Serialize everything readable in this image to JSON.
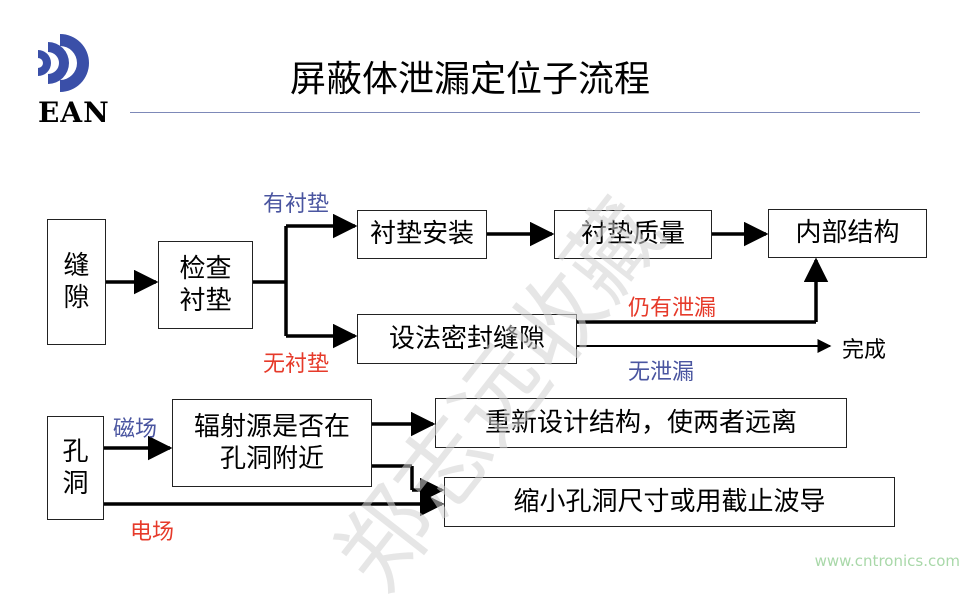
{
  "header": {
    "logo_text": "EAN",
    "title": "屏蔽体泄漏定位子流程"
  },
  "boxes": {
    "gap": "缝隙",
    "check_gasket": "检查衬垫",
    "gasket_install": "衬垫安装",
    "gasket_quality": "衬垫质量",
    "internal_structure": "内部结构",
    "seal_gap": "设法密封缝隙",
    "hole": "孔洞",
    "radiation_source": "辐射源是否在孔洞附近",
    "redesign": "重新设计结构，使两者远离",
    "shrink_hole": "缩小孔洞尺寸或用截止波导"
  },
  "labels": {
    "has_gasket": "有衬垫",
    "no_gasket": "无衬垫",
    "still_leaking": "仍有泄漏",
    "no_leak": "无泄漏",
    "done": "完成",
    "magnetic_field": "磁场",
    "electric_field": "电场"
  },
  "watermark": "郑志远收藏",
  "site": "www.cntronics.com",
  "colors": {
    "label_blue": "#4a55a0",
    "label_red": "#e63a2a",
    "logo_blue": "#3a4fa8",
    "line": "#000000"
  }
}
